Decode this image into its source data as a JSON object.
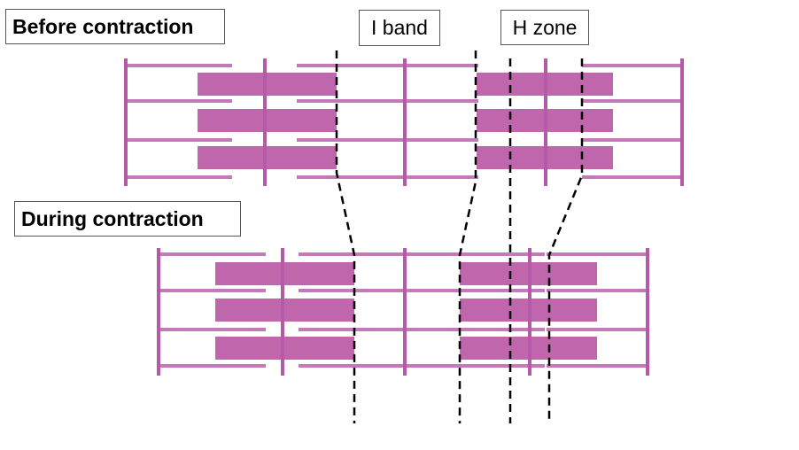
{
  "labels": {
    "before": "Before contraction",
    "during": "During contraction",
    "i_band": "I band",
    "h_zone": "H zone"
  },
  "colors": {
    "myosin": "#c066ad",
    "actin": "#c47ab8",
    "z_line": "#b65aa8",
    "dashed": "#000000"
  },
  "icons": {
    "sarcomere": "sarcomere-diagram"
  }
}
